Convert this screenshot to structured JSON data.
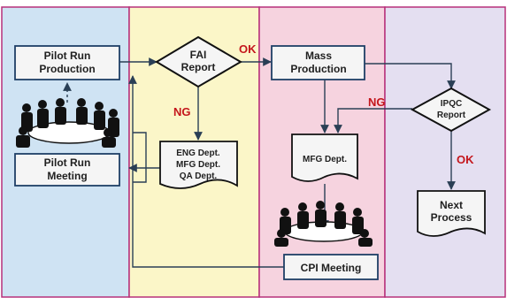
{
  "header": {
    "text": ""
  },
  "colors": {
    "lane_blue": "#cfe3f3",
    "lane_yellow": "#fbf6c8",
    "lane_pink": "#f6d3df",
    "lane_lavender": "#e4dff1",
    "lane_border": "#b7307a",
    "box_fill": "#f5f5f5",
    "box_stroke": "#1f3f66",
    "line": "#2a3f55",
    "flag_ok": "#c4161c",
    "flag_ng": "#c4161c"
  },
  "nodes": {
    "pilot_run_production": [
      "Pilot Run",
      "Production"
    ],
    "pilot_run_meeting": [
      "Pilot Run",
      "Meeting"
    ],
    "fai_report": [
      "FAI",
      "Report"
    ],
    "eng_mfg_qa": [
      "ENG Dept.",
      "MFG Dept.",
      "QA Dept."
    ],
    "mass_production": [
      "Mass",
      "Production"
    ],
    "mfg_dept": [
      "MFG Dept."
    ],
    "cpi_meeting": [
      "CPI Meeting"
    ],
    "ipqc_report": [
      "IPQC",
      "Report"
    ],
    "next_process": [
      "Next",
      "Process"
    ]
  },
  "flags": {
    "ok_fai": "OK",
    "ng_fai": "NG",
    "ng_ipqc": "NG",
    "ok_ipqc": "OK"
  },
  "icons": [
    "meeting-people-illustration",
    "meeting-people-illustration"
  ]
}
